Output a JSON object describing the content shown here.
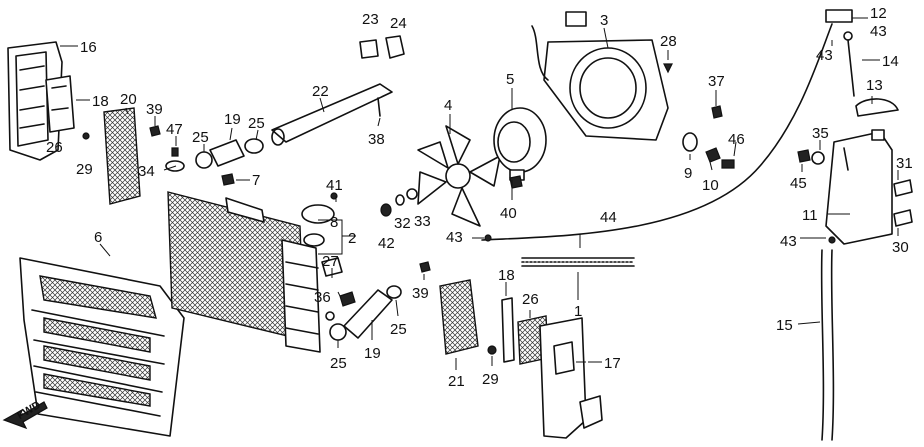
{
  "callouts": [
    {
      "id": "c1",
      "text": "1"
    },
    {
      "id": "c2",
      "text": "2"
    },
    {
      "id": "c3",
      "text": "3"
    },
    {
      "id": "c4",
      "text": "4"
    },
    {
      "id": "c5",
      "text": "5"
    },
    {
      "id": "c6",
      "text": "6"
    },
    {
      "id": "c7",
      "text": "7"
    },
    {
      "id": "c8",
      "text": "8"
    },
    {
      "id": "c9",
      "text": "9"
    },
    {
      "id": "c10",
      "text": "10"
    },
    {
      "id": "c11",
      "text": "11"
    },
    {
      "id": "c12",
      "text": "12"
    },
    {
      "id": "c13",
      "text": "13"
    },
    {
      "id": "c14",
      "text": "14"
    },
    {
      "id": "c15",
      "text": "15"
    },
    {
      "id": "c16",
      "text": "16"
    },
    {
      "id": "c17",
      "text": "17"
    },
    {
      "id": "c18a",
      "text": "18"
    },
    {
      "id": "c18b",
      "text": "18"
    },
    {
      "id": "c19a",
      "text": "19"
    },
    {
      "id": "c19b",
      "text": "19"
    },
    {
      "id": "c20",
      "text": "20"
    },
    {
      "id": "c21",
      "text": "21"
    },
    {
      "id": "c22",
      "text": "22"
    },
    {
      "id": "c23",
      "text": "23"
    },
    {
      "id": "c24",
      "text": "24"
    },
    {
      "id": "c25a",
      "text": "25"
    },
    {
      "id": "c25b",
      "text": "25"
    },
    {
      "id": "c25c",
      "text": "25"
    },
    {
      "id": "c25d",
      "text": "25"
    },
    {
      "id": "c26a",
      "text": "26"
    },
    {
      "id": "c26b",
      "text": "26"
    },
    {
      "id": "c27",
      "text": "27"
    },
    {
      "id": "c28",
      "text": "28"
    },
    {
      "id": "c29a",
      "text": "29"
    },
    {
      "id": "c29b",
      "text": "29"
    },
    {
      "id": "c30",
      "text": "30"
    },
    {
      "id": "c31",
      "text": "31"
    },
    {
      "id": "c32",
      "text": "32"
    },
    {
      "id": "c33",
      "text": "33"
    },
    {
      "id": "c34",
      "text": "34"
    },
    {
      "id": "c35",
      "text": "35"
    },
    {
      "id": "c36",
      "text": "36"
    },
    {
      "id": "c37",
      "text": "37"
    },
    {
      "id": "c38",
      "text": "38"
    },
    {
      "id": "c39a",
      "text": "39"
    },
    {
      "id": "c39b",
      "text": "39"
    },
    {
      "id": "c40",
      "text": "40"
    },
    {
      "id": "c41",
      "text": "41"
    },
    {
      "id": "c42",
      "text": "42"
    },
    {
      "id": "c43a",
      "text": "43"
    },
    {
      "id": "c43b",
      "text": "43"
    },
    {
      "id": "c43c",
      "text": "43"
    },
    {
      "id": "c43d",
      "text": "43"
    },
    {
      "id": "c44",
      "text": "44"
    },
    {
      "id": "c45",
      "text": "45"
    },
    {
      "id": "c46",
      "text": "46"
    },
    {
      "id": "c47",
      "text": "47"
    }
  ],
  "direction_marker": {
    "text": "FWD"
  }
}
